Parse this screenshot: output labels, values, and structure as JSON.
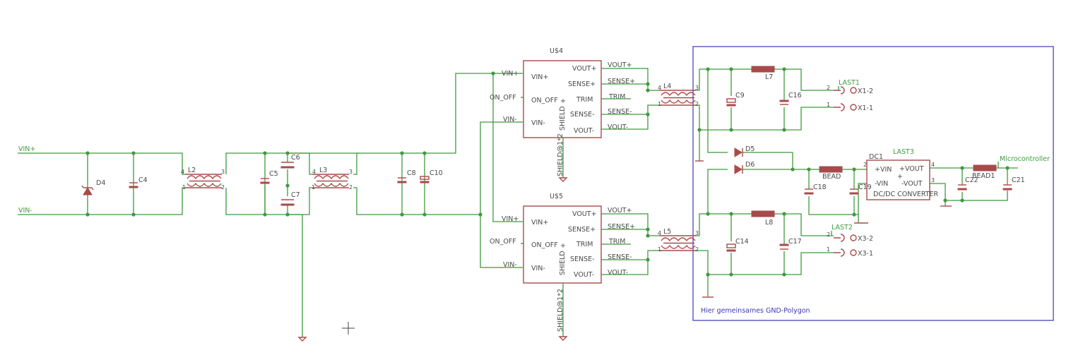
{
  "labels": {
    "vin_plus": "VIN+",
    "vin_minus": "VIN-",
    "d4": "D4",
    "c4": "C4",
    "l2": "L2",
    "c5": "C5",
    "c6": "C6",
    "c7": "C7",
    "l3": "L3",
    "c8": "C8",
    "c10": "C10",
    "u4": "U$4",
    "u5": "U$5",
    "l4": "L4",
    "l5": "L5",
    "c9": "C9",
    "c14": "C14",
    "c16": "C16",
    "c17": "C17",
    "l7": "L7",
    "l8": "L8",
    "last1": "LAST1",
    "last2": "LAST2",
    "last3": "LAST3",
    "x1_2": "X1-2",
    "x1_1": "X1-1",
    "x3_2": "X3-2",
    "x3_1": "X3-1",
    "d5": "D5",
    "d6": "D6",
    "bead": "BEAD",
    "bead1": "BEAD1",
    "c18": "C18",
    "c19": "C19",
    "c21": "C21",
    "c22": "C22",
    "dc1": "DC1",
    "microcontroller": "Microcontroller",
    "gnd_note": "Hier gemeinsames GND-Polygon",
    "on_off": "ON_OFF",
    "vin_p": "VIN+",
    "vin_m": "VIN-",
    "vout_p": "VOUT+",
    "vout_m": "VOUT-",
    "sense_p": "SENSE+",
    "sense_m": "SENSE-",
    "trim": "TRIM",
    "shield": "SHIELD",
    "shield_net": "SHIELD@1*2",
    "dc_vin_p": "+VIN",
    "dc_vin_m": "-VIN",
    "dc_vout_p": "+VOUT",
    "dc_vout_m": "-VOUT",
    "dc_title": "DC/DC CONVERTER",
    "plus": "+",
    "pin1": "1",
    "pin2": "2",
    "pin3": "3",
    "pin4": "4"
  },
  "colors": {
    "wire": "#3f9a3f",
    "part": "#a94a4a",
    "frame": "#3a3ab0",
    "text": "#4a4a4a"
  }
}
